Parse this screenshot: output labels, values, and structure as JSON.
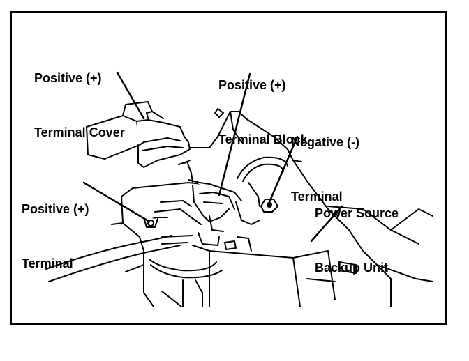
{
  "colors": {
    "ink": "#000000",
    "paper": "#ffffff"
  },
  "labels": {
    "terminal_cover": {
      "line1": "Positive (+)",
      "line2": "Terminal Cover"
    },
    "terminal_block": {
      "line1": "Positive (+)",
      "line2": "Terminal Block"
    },
    "negative_terminal": {
      "line1": "Negative (-)",
      "line2": "Terminal"
    },
    "positive_terminal": {
      "line1": "Positive (+)",
      "line2": "Terminal"
    },
    "backup_unit": {
      "line1": "Power Source",
      "line2": "Backup Unit"
    }
  }
}
